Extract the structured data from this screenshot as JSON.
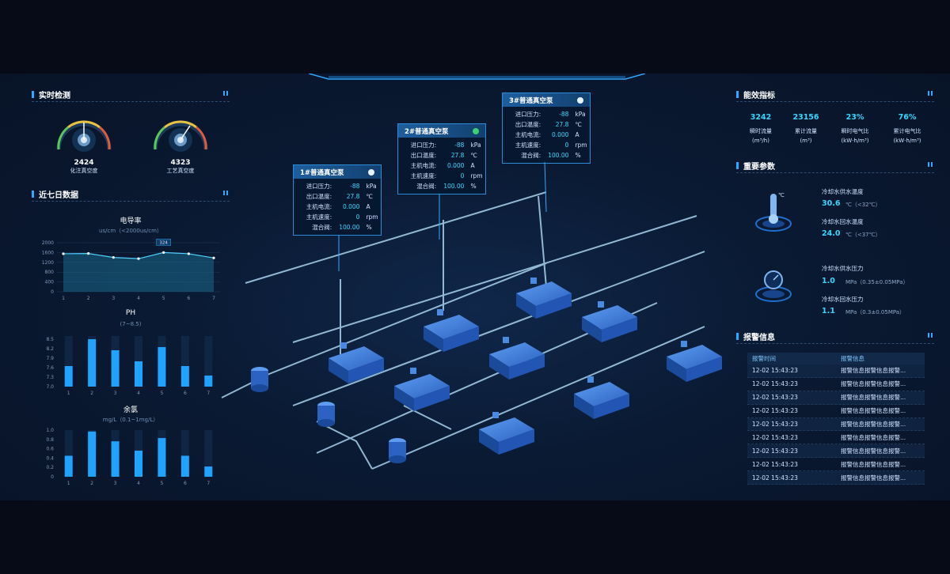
{
  "realtime": {
    "title": "实时检测",
    "gauges": [
      {
        "value": "2424",
        "label": "化注真空度"
      },
      {
        "value": "4323",
        "label": "工艺真空度"
      }
    ]
  },
  "seven_day": {
    "title": "近七日数据",
    "conductivity": {
      "title": "电导率",
      "subtitle": "us/cm（<2000us/cm）",
      "tooltip": "324"
    },
    "ph": {
      "title": "PH",
      "subtitle": "(7~8.5)"
    },
    "chlorine": {
      "title": "余氯",
      "subtitle": "mg/L（0.1~1mg/L）"
    }
  },
  "chart_data": [
    {
      "type": "area",
      "title": "电导率",
      "subtitle": "us/cm（<2000us/cm）",
      "x": [
        1,
        2,
        3,
        4,
        5,
        6,
        7
      ],
      "values": [
        1550,
        1560,
        1400,
        1350,
        1600,
        1550,
        1380
      ],
      "yticks": [
        0,
        200,
        400,
        600,
        800,
        1000,
        1200,
        1400,
        1600,
        1800,
        2000
      ],
      "ylim": [
        0,
        2000
      ],
      "highlight": {
        "x": 5,
        "label": "324"
      }
    },
    {
      "type": "bar",
      "title": "PH",
      "subtitle": "(7~8.5)",
      "categories": [
        "1",
        "2",
        "3",
        "4",
        "5",
        "6",
        "7"
      ],
      "values": [
        7.65,
        8.5,
        8.15,
        7.8,
        8.25,
        7.65,
        7.35
      ],
      "yticks": [
        "7.0",
        "7.3",
        "7.6",
        "7.9",
        "8.2",
        "8.5"
      ],
      "ylim": [
        7.0,
        8.6
      ]
    },
    {
      "type": "bar",
      "title": "余氯",
      "subtitle": "mg/L（0.1~1mg/L）",
      "categories": [
        "1",
        "2",
        "3",
        "4",
        "5",
        "6",
        "7"
      ],
      "values": [
        0.45,
        0.97,
        0.76,
        0.56,
        0.83,
        0.45,
        0.22
      ],
      "yticks": [
        "0",
        "0.2",
        "0.4",
        "0.6",
        "0.8",
        "1.0"
      ],
      "ylim": [
        0,
        1.0
      ]
    }
  ],
  "pumps": [
    {
      "name": "1#普通真空泵",
      "status_color": "#e8f3ff",
      "rows": [
        {
          "k": "进口压力:",
          "v": "-88",
          "u": "kPa"
        },
        {
          "k": "出口温度:",
          "v": "27.8",
          "u": "℃"
        },
        {
          "k": "主机电流:",
          "v": "0.000",
          "u": "A"
        },
        {
          "k": "主机速度:",
          "v": "0",
          "u": "rpm"
        },
        {
          "k": "混合阀:",
          "v": "100.00",
          "u": "%"
        }
      ]
    },
    {
      "name": "2#普通真空泵",
      "status_color": "#3bd16f",
      "rows": [
        {
          "k": "进口压力:",
          "v": "-88",
          "u": "kPa"
        },
        {
          "k": "出口温度:",
          "v": "27.8",
          "u": "℃"
        },
        {
          "k": "主机电流:",
          "v": "0.000",
          "u": "A"
        },
        {
          "k": "主机速度:",
          "v": "0",
          "u": "rpm"
        },
        {
          "k": "混合阀:",
          "v": "100.00",
          "u": "%"
        }
      ]
    },
    {
      "name": "3#普通真空泵",
      "status_color": "#e8f3ff",
      "rows": [
        {
          "k": "进口压力:",
          "v": "-88",
          "u": "kPa"
        },
        {
          "k": "出口温度:",
          "v": "27.8",
          "u": "℃"
        },
        {
          "k": "主机电流:",
          "v": "0.000",
          "u": "A"
        },
        {
          "k": "主机速度:",
          "v": "0",
          "u": "rpm"
        },
        {
          "k": "混合阀:",
          "v": "100.00",
          "u": "%"
        }
      ]
    }
  ],
  "efficiency": {
    "title": "能效指标",
    "items": [
      {
        "value": "3242",
        "label": "瞬时流量",
        "unit": "(m³/h)"
      },
      {
        "value": "23156",
        "label": "累计流量",
        "unit": "(m³)"
      },
      {
        "value": "23%",
        "label": "瞬时电气比",
        "unit": "(kW·h/m³)"
      },
      {
        "value": "76%",
        "label": "累计电气比",
        "unit": "(kW·h/m³)"
      }
    ]
  },
  "params": {
    "title": "重要参数",
    "thermo_icon_label": "℃",
    "supply_temp_label": "冷却水供水温度",
    "supply_temp_value": "30.6",
    "supply_temp_note": "℃（<32℃）",
    "return_temp_label": "冷却水回水温度",
    "return_temp_value": "24.0",
    "return_temp_note": "℃（<37℃）",
    "supply_press_label": "冷却水供水压力",
    "supply_press_value": "1.0",
    "supply_press_note": "MPa（0.35±0.05MPa）",
    "return_press_label": "冷却水回水压力",
    "return_press_value": "1.1",
    "return_press_note": "MPa（0.3±0.05MPa）"
  },
  "alarms": {
    "title": "报警信息",
    "col_time": "报警时间",
    "col_info": "报警信息",
    "rows": [
      {
        "time": "12-02 15:43:23",
        "info": "报警信息报警信息报警..."
      },
      {
        "time": "12-02 15:43:23",
        "info": "报警信息报警信息报警..."
      },
      {
        "time": "12-02 15:43:23",
        "info": "报警信息报警信息报警..."
      },
      {
        "time": "12-02 15:43:23",
        "info": "报警信息报警信息报警..."
      },
      {
        "time": "12-02 15:43:23",
        "info": "报警信息报警信息报警..."
      },
      {
        "time": "12-02 15:43:23",
        "info": "报警信息报警信息报警..."
      },
      {
        "time": "12-02 15:43:23",
        "info": "报警信息报警信息报警..."
      },
      {
        "time": "12-02 15:43:23",
        "info": "报警信息报警信息报警..."
      },
      {
        "time": "12-02 15:43:23",
        "info": "报警信息报警信息报警..."
      }
    ]
  },
  "colors": {
    "accent": "#2fa8ff",
    "value": "#35d7ff",
    "bar": "#1fa3ff",
    "status_on": "#3bd16f"
  }
}
